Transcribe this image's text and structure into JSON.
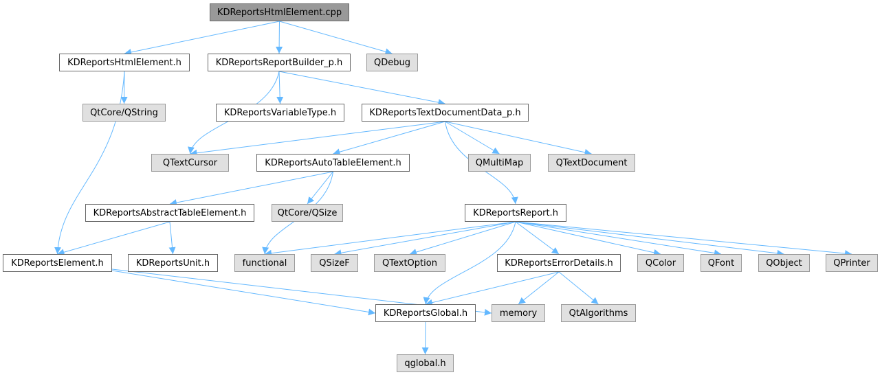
{
  "diagram": {
    "nodes": [
      {
        "id": "n1",
        "label": "KDReportsHtmlElement.cpp",
        "kind": "root"
      },
      {
        "id": "n2",
        "label": "KDReportsHtmlElement.h",
        "kind": "local"
      },
      {
        "id": "n3",
        "label": "KDReportsReportBuilder_p.h",
        "kind": "local"
      },
      {
        "id": "n4",
        "label": "QDebug",
        "kind": "external"
      },
      {
        "id": "n5",
        "label": "QtCore/QString",
        "kind": "external"
      },
      {
        "id": "n6",
        "label": "KDReportsVariableType.h",
        "kind": "local"
      },
      {
        "id": "n7",
        "label": "KDReportsTextDocumentData_p.h",
        "kind": "local"
      },
      {
        "id": "n8",
        "label": "QTextCursor",
        "kind": "external"
      },
      {
        "id": "n9",
        "label": "KDReportsAutoTableElement.h",
        "kind": "local"
      },
      {
        "id": "n10",
        "label": "QMultiMap",
        "kind": "external"
      },
      {
        "id": "n11",
        "label": "QTextDocument",
        "kind": "external"
      },
      {
        "id": "n12",
        "label": "KDReportsAbstractTableElement.h",
        "kind": "local"
      },
      {
        "id": "n13",
        "label": "QtCore/QSize",
        "kind": "external"
      },
      {
        "id": "n14",
        "label": "KDReportsReport.h",
        "kind": "local"
      },
      {
        "id": "n15",
        "label": "KDReportsElement.h",
        "kind": "local"
      },
      {
        "id": "n16",
        "label": "KDReportsUnit.h",
        "kind": "local"
      },
      {
        "id": "n17",
        "label": "functional",
        "kind": "external"
      },
      {
        "id": "n18",
        "label": "QSizeF",
        "kind": "external"
      },
      {
        "id": "n19",
        "label": "QTextOption",
        "kind": "external"
      },
      {
        "id": "n20",
        "label": "KDReportsErrorDetails.h",
        "kind": "local"
      },
      {
        "id": "n21",
        "label": "QColor",
        "kind": "external"
      },
      {
        "id": "n22",
        "label": "QFont",
        "kind": "external"
      },
      {
        "id": "n23",
        "label": "QObject",
        "kind": "external"
      },
      {
        "id": "n24",
        "label": "QPrinter",
        "kind": "external"
      },
      {
        "id": "n25",
        "label": "KDReportsGlobal.h",
        "kind": "local"
      },
      {
        "id": "n26",
        "label": "memory",
        "kind": "external"
      },
      {
        "id": "n27",
        "label": "QtAlgorithms",
        "kind": "external"
      },
      {
        "id": "n28",
        "label": "qglobal.h",
        "kind": "external"
      }
    ],
    "edges": [
      {
        "from": "n1",
        "to": "n2"
      },
      {
        "from": "n1",
        "to": "n3"
      },
      {
        "from": "n1",
        "to": "n4"
      },
      {
        "from": "n2",
        "to": "n5"
      },
      {
        "from": "n2",
        "to": "n15"
      },
      {
        "from": "n3",
        "to": "n8"
      },
      {
        "from": "n3",
        "to": "n6"
      },
      {
        "from": "n3",
        "to": "n7"
      },
      {
        "from": "n7",
        "to": "n8"
      },
      {
        "from": "n7",
        "to": "n9"
      },
      {
        "from": "n7",
        "to": "n10"
      },
      {
        "from": "n7",
        "to": "n11"
      },
      {
        "from": "n7",
        "to": "n14"
      },
      {
        "from": "n9",
        "to": "n12"
      },
      {
        "from": "n9",
        "to": "n13"
      },
      {
        "from": "n9",
        "to": "n17"
      },
      {
        "from": "n12",
        "to": "n15"
      },
      {
        "from": "n12",
        "to": "n16"
      },
      {
        "from": "n15",
        "to": "n25"
      },
      {
        "from": "n15",
        "to": "n26"
      },
      {
        "from": "n14",
        "to": "n17"
      },
      {
        "from": "n14",
        "to": "n18"
      },
      {
        "from": "n14",
        "to": "n19"
      },
      {
        "from": "n14",
        "to": "n25"
      },
      {
        "from": "n14",
        "to": "n20"
      },
      {
        "from": "n14",
        "to": "n21"
      },
      {
        "from": "n14",
        "to": "n22"
      },
      {
        "from": "n14",
        "to": "n23"
      },
      {
        "from": "n14",
        "to": "n24"
      },
      {
        "from": "n20",
        "to": "n25"
      },
      {
        "from": "n20",
        "to": "n26"
      },
      {
        "from": "n20",
        "to": "n27"
      },
      {
        "from": "n25",
        "to": "n28"
      }
    ],
    "colors": {
      "edge": "#63b8ff",
      "root_fill": "#999999",
      "local_fill": "#ffffff",
      "external_fill": "#e0e0e0",
      "local_border": "#666666",
      "external_border": "#999999"
    }
  }
}
